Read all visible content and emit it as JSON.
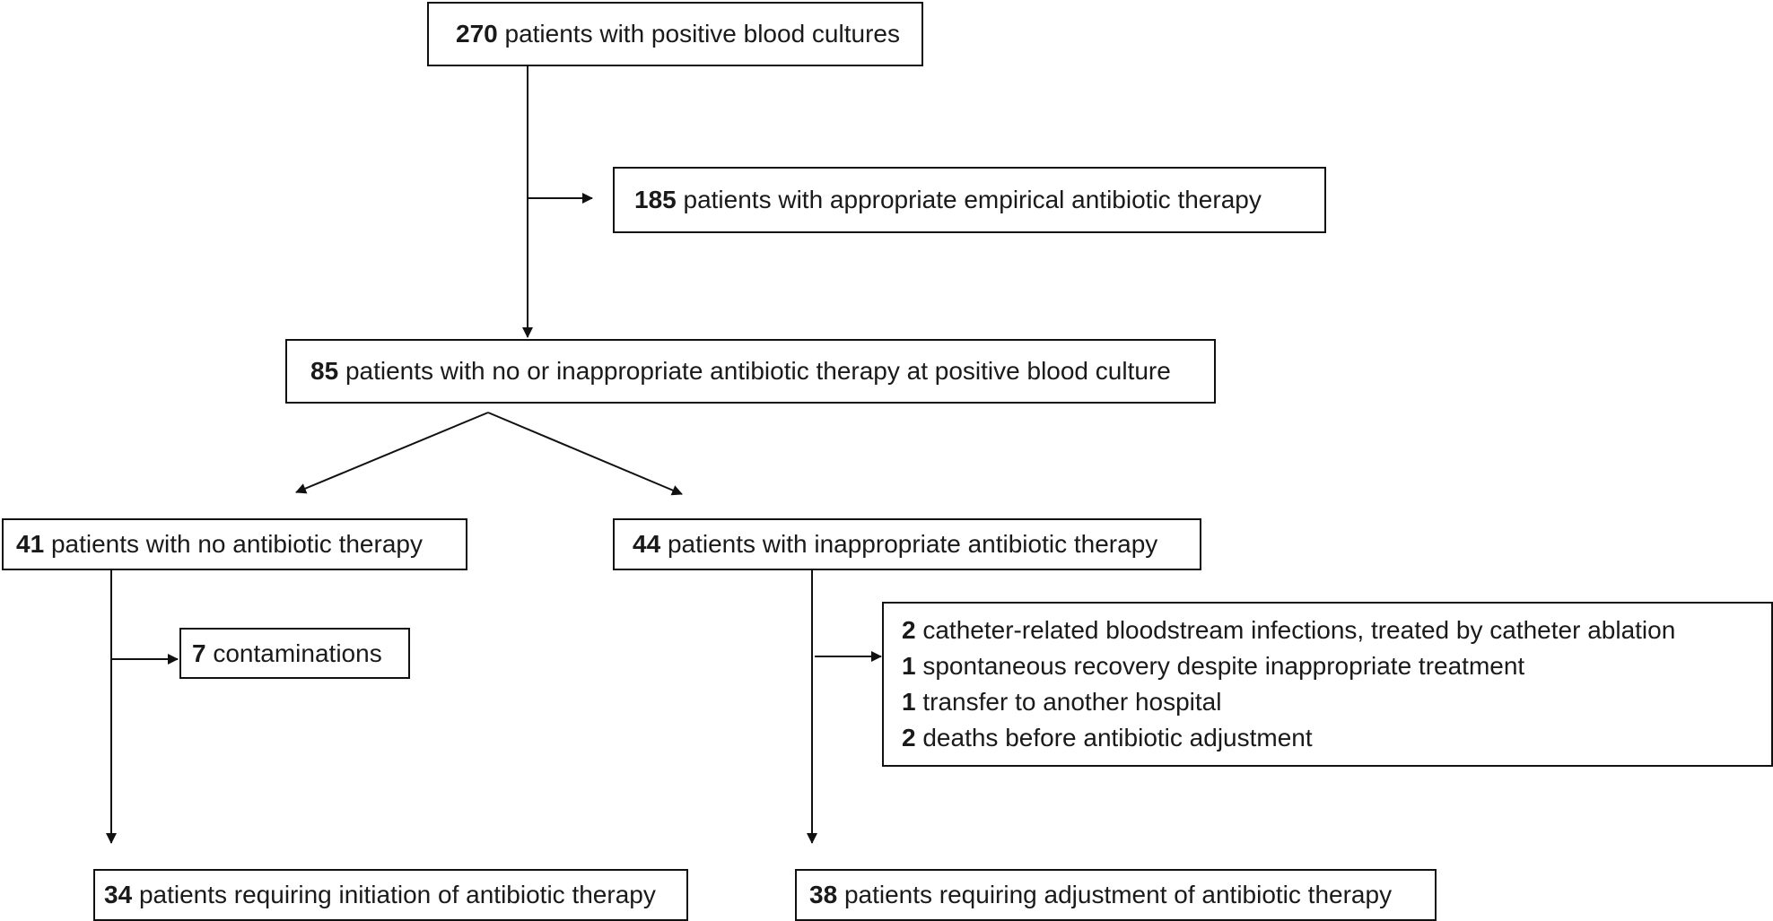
{
  "boxes": {
    "total": {
      "count": "270",
      "text": "patients with positive blood cultures"
    },
    "appropriate": {
      "count": "185",
      "text": "patients with appropriate empirical antibiotic therapy"
    },
    "inappropriate_total": {
      "count": "85",
      "text": "patients with no or inappropriate antibiotic therapy at positive blood culture"
    },
    "no_therapy": {
      "count": "41",
      "text": "patients with no antibiotic therapy"
    },
    "inappropriate": {
      "count": "44",
      "text": "patients with inappropriate antibiotic therapy"
    },
    "contaminations": {
      "count": "7",
      "text": "contaminations"
    },
    "exclusions": [
      {
        "count": "2",
        "text": "catheter-related bloodstream infections, treated by catheter ablation"
      },
      {
        "count": "1",
        "text": "spontaneous recovery despite inappropriate treatment"
      },
      {
        "count": "1",
        "text": "transfer to another hospital"
      },
      {
        "count": "2",
        "text": "deaths before antibiotic adjustment"
      }
    ],
    "initiation": {
      "count": "34",
      "text": "patients requiring initiation of antibiotic therapy"
    },
    "adjustment": {
      "count": "38",
      "text": "patients requiring adjustment of antibiotic therapy"
    }
  }
}
